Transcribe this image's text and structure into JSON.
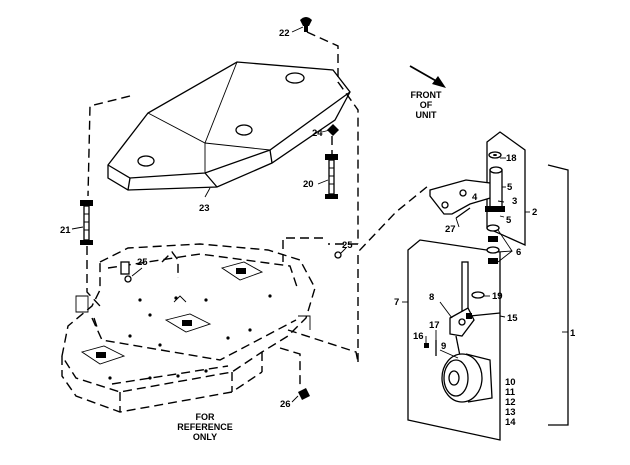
{
  "diagram": {
    "notes": {
      "front_of_unit": [
        "FRONT",
        "OF",
        "UNIT"
      ],
      "for_reference_only": [
        "FOR",
        "REFERENCE",
        "ONLY"
      ]
    },
    "callouts": {
      "c1": "1",
      "c2": "2",
      "c3": "3",
      "c4": "4",
      "c5a": "5",
      "c5b": "5",
      "c6": "6",
      "c7": "7",
      "c8": "8",
      "c9": "9",
      "c10": "10",
      "c11": "11",
      "c12": "12",
      "c13": "13",
      "c14": "14",
      "c15": "15",
      "c16": "16",
      "c17": "17",
      "c18": "18",
      "c19": "19",
      "c20": "20",
      "c21": "21",
      "c22": "22",
      "c23": "23",
      "c24": "24",
      "c25a": "25",
      "c25b": "25",
      "c26": "26",
      "c27": "27"
    }
  }
}
